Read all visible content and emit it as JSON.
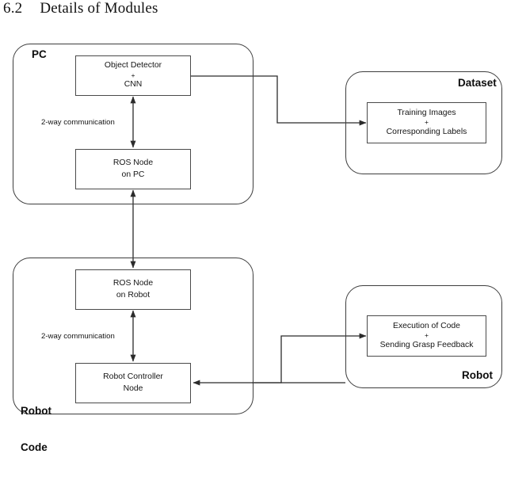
{
  "heading": {
    "number": "6.2",
    "title": "Details of Modules"
  },
  "groups": {
    "pc": {
      "label": "PC",
      "nodes": {
        "object_detector": {
          "line1": "Object Detector",
          "plus": "+",
          "line2": "CNN"
        },
        "ros_node_pc": {
          "line1": "ROS Node",
          "line2": "on PC"
        }
      },
      "edge_label": "2-way communication"
    },
    "dataset": {
      "label": "Dataset",
      "nodes": {
        "training_data": {
          "line1": "Training Images",
          "plus": "+",
          "line2": "Corresponding Labels"
        }
      }
    },
    "robot_code": {
      "label": "Robot\nCode",
      "label_line1": "Robot",
      "label_line2": "Code",
      "nodes": {
        "ros_node_robot": {
          "line1": "ROS Node",
          "line2": "on Robot"
        },
        "robot_controller": {
          "line1": "Robot Controller",
          "line2": "Node"
        }
      },
      "edge_label": "2-way communication"
    },
    "robot": {
      "label": "Robot",
      "nodes": {
        "execution": {
          "line1": "Execution of Code",
          "plus": "+",
          "line2": "Sending Grasp Feedback"
        }
      }
    }
  },
  "colors": {
    "stroke": "#3d3d3d",
    "node_stroke": "#4a4a4a",
    "connector": "#2b2b2b",
    "text": "#151515",
    "background": "#ffffff"
  }
}
